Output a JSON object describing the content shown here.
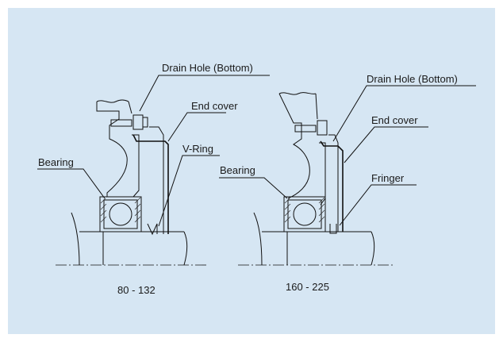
{
  "left": {
    "labels": {
      "drain_hole": "Drain Hole (Bottom)",
      "end_cover": "End cover",
      "v_ring": "V-Ring",
      "bearing": "Bearing"
    },
    "caption": "80 - 132"
  },
  "right": {
    "labels": {
      "drain_hole": "Drain Hole (Bottom)",
      "end_cover": "End cover",
      "fringer": "Fringer",
      "bearing": "Bearing"
    },
    "caption": "160 - 225"
  },
  "colors": {
    "background": "#d6e6f3",
    "line": "#111111"
  }
}
